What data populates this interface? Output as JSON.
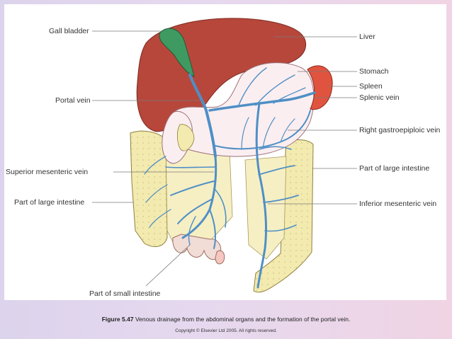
{
  "labels": {
    "gall_bladder": "Gall bladder",
    "portal_vein": "Portal vein",
    "superior_mesenteric_vein": "Superior mesenteric vein",
    "part_of_large_intestine_left": "Part of large intestine",
    "part_of_small_intestine": "Part of small intestine",
    "liver": "Liver",
    "stomach": "Stomach",
    "spleen": "Spleen",
    "splenic_vein": "Splenic vein",
    "right_gastroepiploic_vein": "Right gastroepiploic vein",
    "part_of_large_intestine_right": "Part of large intestine",
    "inferior_mesenteric_vein": "Inferior mesenteric vein"
  },
  "caption": {
    "figure_number": "Figure 5.47",
    "text": " Venous drainage from the abdominal organs and the formation of the portal vein."
  },
  "copyright": "Copyright © Elsevier Ltd 2005. All rights reserved.",
  "colors": {
    "liver": "#b7473b",
    "gall_bladder": "#3f9a62",
    "stomach": "#fbeef0",
    "spleen": "#e0533f",
    "intestine": "#f3eab0",
    "small_intestine": "#f1dcd6",
    "vein": "#4f8fc6"
  }
}
